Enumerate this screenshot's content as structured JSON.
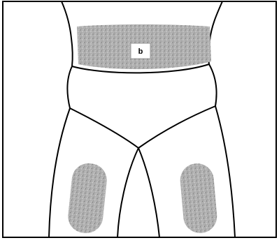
{
  "diagram": {
    "label": "b",
    "colors": {
      "outline": "#000000",
      "background": "#ffffff",
      "shaded_area": "#a8a8a8",
      "label_box": "#ffffff"
    },
    "regions": [
      "abdomen-injection-site",
      "left-thigh-injection-site",
      "right-thigh-injection-site"
    ]
  }
}
